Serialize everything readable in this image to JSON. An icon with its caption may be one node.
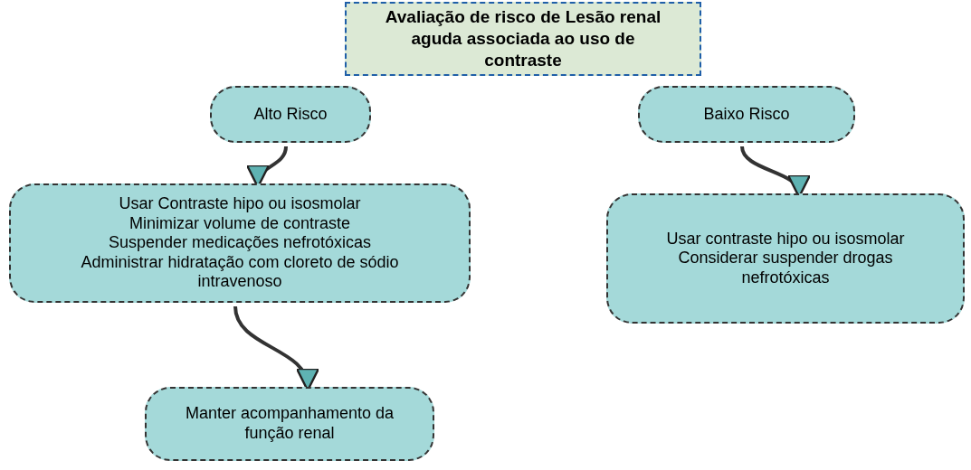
{
  "diagram": {
    "nodes": [
      {
        "text": [
          "Avaliação de risco de Lesão renal aguda associada ao uso de contraste"
        ]
      },
      {
        "text": [
          "Alto Risco"
        ]
      },
      {
        "text": [
          "Baixo Risco"
        ]
      },
      {
        "text": [
          "Usar Contraste hipo ou isosmolar",
          "Minimizar volume de contraste",
          "Suspender medicações nefrotóxicas",
          "Administrar hidratação com cloreto de sódio intravenoso"
        ]
      },
      {
        "text": [
          "Usar contraste hipo ou isosmolar",
          "Considerar suspender drogas nefrotóxicas"
        ]
      },
      {
        "text": [
          "Manter acompanhamento da função renal"
        ]
      }
    ],
    "edges": [
      {
        "from": 1,
        "to": 3,
        "arrow": "to"
      },
      {
        "from": 2,
        "to": 4,
        "arrow": "to"
      },
      {
        "from": 3,
        "to": 5,
        "arrow": "to"
      }
    ]
  }
}
